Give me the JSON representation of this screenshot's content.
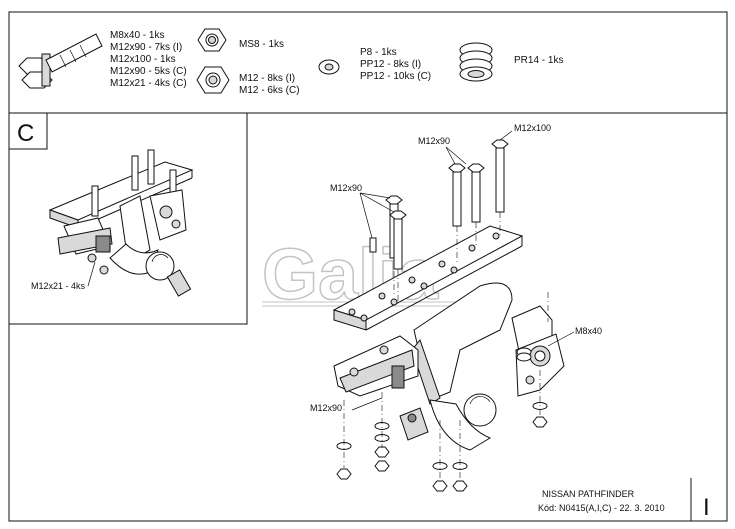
{
  "parts_list": {
    "bolts": [
      "M8x40 - 1ks",
      "M12x90 - 7ks (I)",
      "M12x100 - 1ks",
      "M12x90 - 5ks (C)",
      "M12x21 - 4ks (C)"
    ],
    "nut_ms8": "MS8 - 1ks",
    "nuts_m12": [
      "M12 - 8ks (I)",
      "M12 - 6ks (C)"
    ],
    "washers": [
      "P8 - 1ks",
      "PP12 - 8ks (I)",
      "PP12 - 10ks (C)"
    ],
    "spring": "PR14 - 1ks"
  },
  "variant_c": {
    "tag": "C",
    "label_bolt": "M12x21 - 4ks"
  },
  "variant_i": {
    "labels": {
      "m12x90_top": "M12x90",
      "m12x100": "M12x100",
      "m12x90_left": "M12x90",
      "m8x40": "M8x40",
      "m12x90_bottom": "M12x90"
    }
  },
  "watermark": "Galia",
  "title_block": {
    "model": "NISSAN PATHFINDER",
    "code": "Kód: N0415(A,I,C) - 22. 3. 2010",
    "variant": "I"
  }
}
